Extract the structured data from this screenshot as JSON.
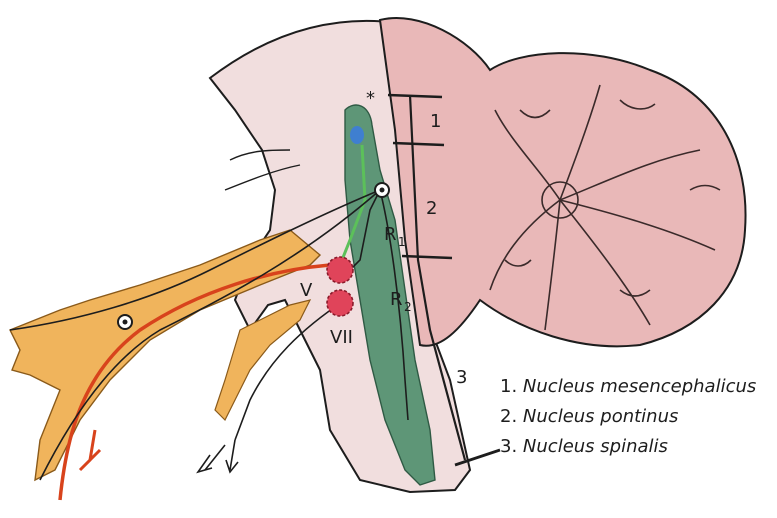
{
  "labels": {
    "asterisk": "*",
    "division_1": "1",
    "division_2": "2",
    "division_3": "3",
    "r1_main": "R",
    "r1_sub": "1",
    "r2_main": "R",
    "r2_sub": "2",
    "nucleus_v": "V",
    "nucleus_vii": "VII"
  },
  "legend": [
    {
      "number": "1.",
      "name": "Nucleus mesencephalicus"
    },
    {
      "number": "2.",
      "name": "Nucleus pontinus"
    },
    {
      "number": "3.",
      "name": "Nucleus spinalis"
    }
  ],
  "colors": {
    "brainstem": "#f1dede",
    "cerebellum": "#e9b8b8",
    "reticular_formation": "#5e9677",
    "trigeminal_nerve": "#f0b45c",
    "afferent_fiber": "#d8431c",
    "motor_nucleus": "#e0445a",
    "mesencephalic_dot": "#3f7fd0",
    "green_fiber": "#5cc05a",
    "outline": "#1d1d1d"
  }
}
